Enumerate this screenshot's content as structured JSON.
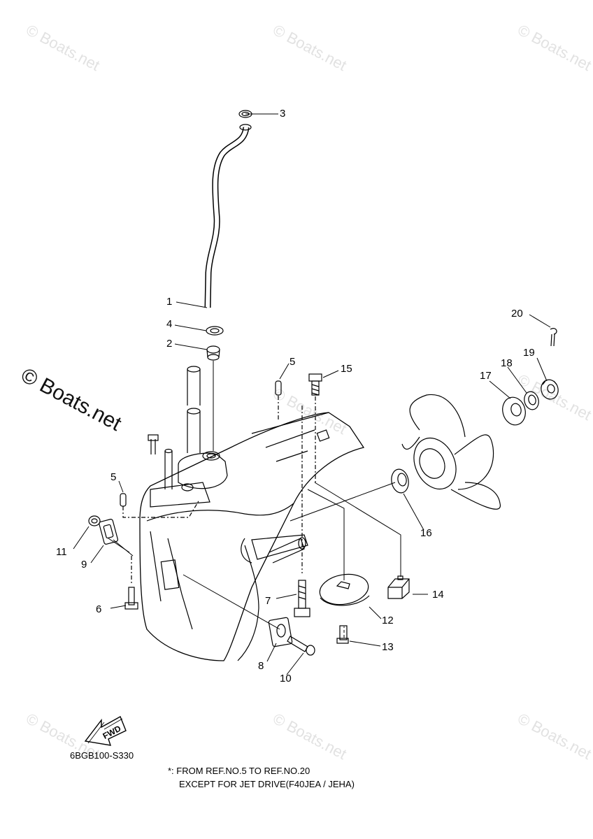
{
  "watermark": "© Boats.net",
  "brand_mark": "© Boats.net",
  "diagram_code": "6BGB100-S330",
  "fwd_label": "FWD",
  "footnote": {
    "line1": "*: FROM REF.NO.5 TO REF.NO.20",
    "line2": "EXCEPT FOR JET DRIVE(F40JEA / JEHA)"
  },
  "callouts": {
    "c1": "1",
    "c2": "2",
    "c3": "3",
    "c4": "4",
    "c5a": "5",
    "c5b": "5",
    "c6": "6",
    "c7": "7",
    "c8": "8",
    "c9": "9",
    "c10": "10",
    "c11": "11",
    "c12": "12",
    "c13": "13",
    "c14": "14",
    "c15": "15",
    "c16": "16",
    "c17": "17",
    "c18": "18",
    "c19": "19",
    "c20": "20"
  }
}
